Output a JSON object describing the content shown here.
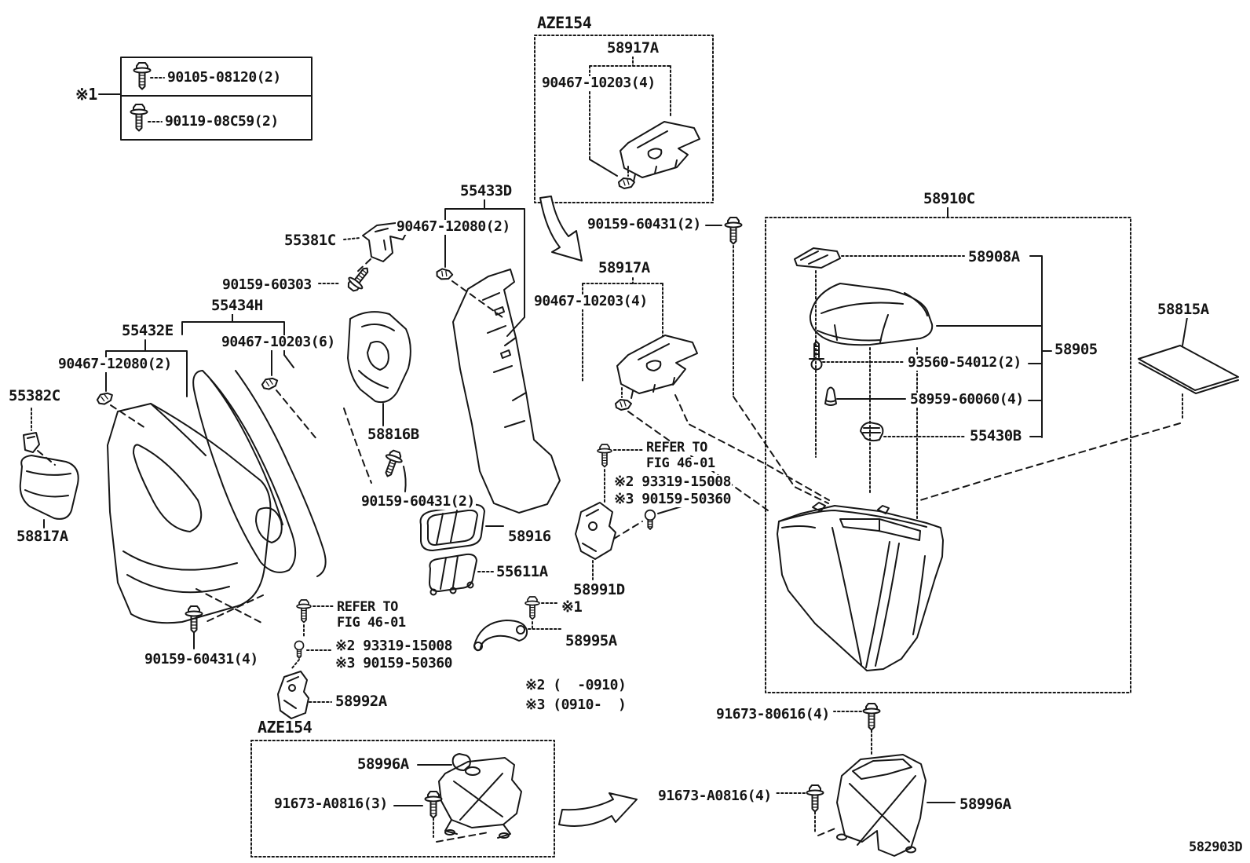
{
  "figure": {
    "code_label_index": 51
  },
  "colors": {
    "ink": "#161616",
    "paper": "#ffffff"
  },
  "icons": {
    "bolt": "flange-hex-bolt",
    "screw": "round-head-tapping-screw",
    "clip": "push-clip",
    "cone": "rubber-cushion",
    "grommet": "grommet-clip"
  },
  "labels": [
    {
      "id": "ref1-marker",
      "text": "※1"
    },
    {
      "id": "ref1-part-1",
      "text": "90105-08120(2)"
    },
    {
      "id": "ref1-part-2",
      "text": "90119-08C59(2)"
    },
    {
      "id": "box-top-code",
      "text": "AZE154"
    },
    {
      "id": "top-58917a",
      "text": "58917A"
    },
    {
      "id": "top-90467-10203-4",
      "text": "90467-10203(4)"
    },
    {
      "id": "p-55433d",
      "text": "55433D"
    },
    {
      "id": "p-90467-12080-2-r",
      "text": "90467-12080(2)"
    },
    {
      "id": "p-55381c",
      "text": "55381C"
    },
    {
      "id": "p-90159-60431-2-top",
      "text": "90159-60431(2)"
    },
    {
      "id": "p-90159-60303",
      "text": "90159-60303"
    },
    {
      "id": "p-55434h",
      "text": "55434H"
    },
    {
      "id": "mid-58917a",
      "text": "58917A"
    },
    {
      "id": "mid-90467-10203-4",
      "text": "90467-10203(4)"
    },
    {
      "id": "p-55432e",
      "text": "55432E"
    },
    {
      "id": "p-90467-10203-6",
      "text": "90467-10203(6)"
    },
    {
      "id": "p-90467-12080-2-l",
      "text": "90467-12080(2)"
    },
    {
      "id": "p-55382c",
      "text": "55382C"
    },
    {
      "id": "p-58910c",
      "text": "58910C"
    },
    {
      "id": "p-58908a",
      "text": "58908A"
    },
    {
      "id": "p-58815a",
      "text": "58815A"
    },
    {
      "id": "p-58905",
      "text": "58905"
    },
    {
      "id": "p-93560-54012-2",
      "text": "93560-54012(2)"
    },
    {
      "id": "p-58959-60060-4",
      "text": "58959-60060(4)"
    },
    {
      "id": "p-55430b",
      "text": "55430B"
    },
    {
      "id": "p-58816b",
      "text": "58816B"
    },
    {
      "id": "p-90159-60431-2-mid",
      "text": "90159-60431(2)"
    },
    {
      "id": "refer-right-1",
      "text": "REFER TO"
    },
    {
      "id": "refer-right-2",
      "text": "FIG 46-01"
    },
    {
      "id": "note2-right",
      "text": "※2 93319-15008"
    },
    {
      "id": "note3-right",
      "text": "※3 90159-50360"
    },
    {
      "id": "p-58916",
      "text": "58916"
    },
    {
      "id": "p-55611a",
      "text": "55611A"
    },
    {
      "id": "p-58817a",
      "text": "58817A"
    },
    {
      "id": "p-58991d",
      "text": "58991D"
    },
    {
      "id": "star1-mid",
      "text": "※1"
    },
    {
      "id": "refer-left-1",
      "text": "REFER TO"
    },
    {
      "id": "refer-left-2",
      "text": "FIG 46-01"
    },
    {
      "id": "p-58995a",
      "text": "58995A"
    },
    {
      "id": "note2-left",
      "text": "※2 93319-15008"
    },
    {
      "id": "note3-left",
      "text": "※3 90159-50360"
    },
    {
      "id": "p-90159-60431-4",
      "text": "90159-60431(4)"
    },
    {
      "id": "note2-date",
      "text": "※2 (  -0910)"
    },
    {
      "id": "note3-date",
      "text": "※3 (0910-  )"
    },
    {
      "id": "p-58992a",
      "text": "58992A"
    },
    {
      "id": "box-bottom-code",
      "text": "AZE154"
    },
    {
      "id": "bl-58996a",
      "text": "58996A"
    },
    {
      "id": "p-91673-a0816-3",
      "text": "91673-A0816(3)"
    },
    {
      "id": "p-91673-80616-4",
      "text": "91673-80616(4)"
    },
    {
      "id": "p-91673-a0816-4",
      "text": "91673-A0816(4)"
    },
    {
      "id": "br-58996a",
      "text": "58996A"
    },
    {
      "id": "figure-code",
      "text": "582903D"
    }
  ]
}
